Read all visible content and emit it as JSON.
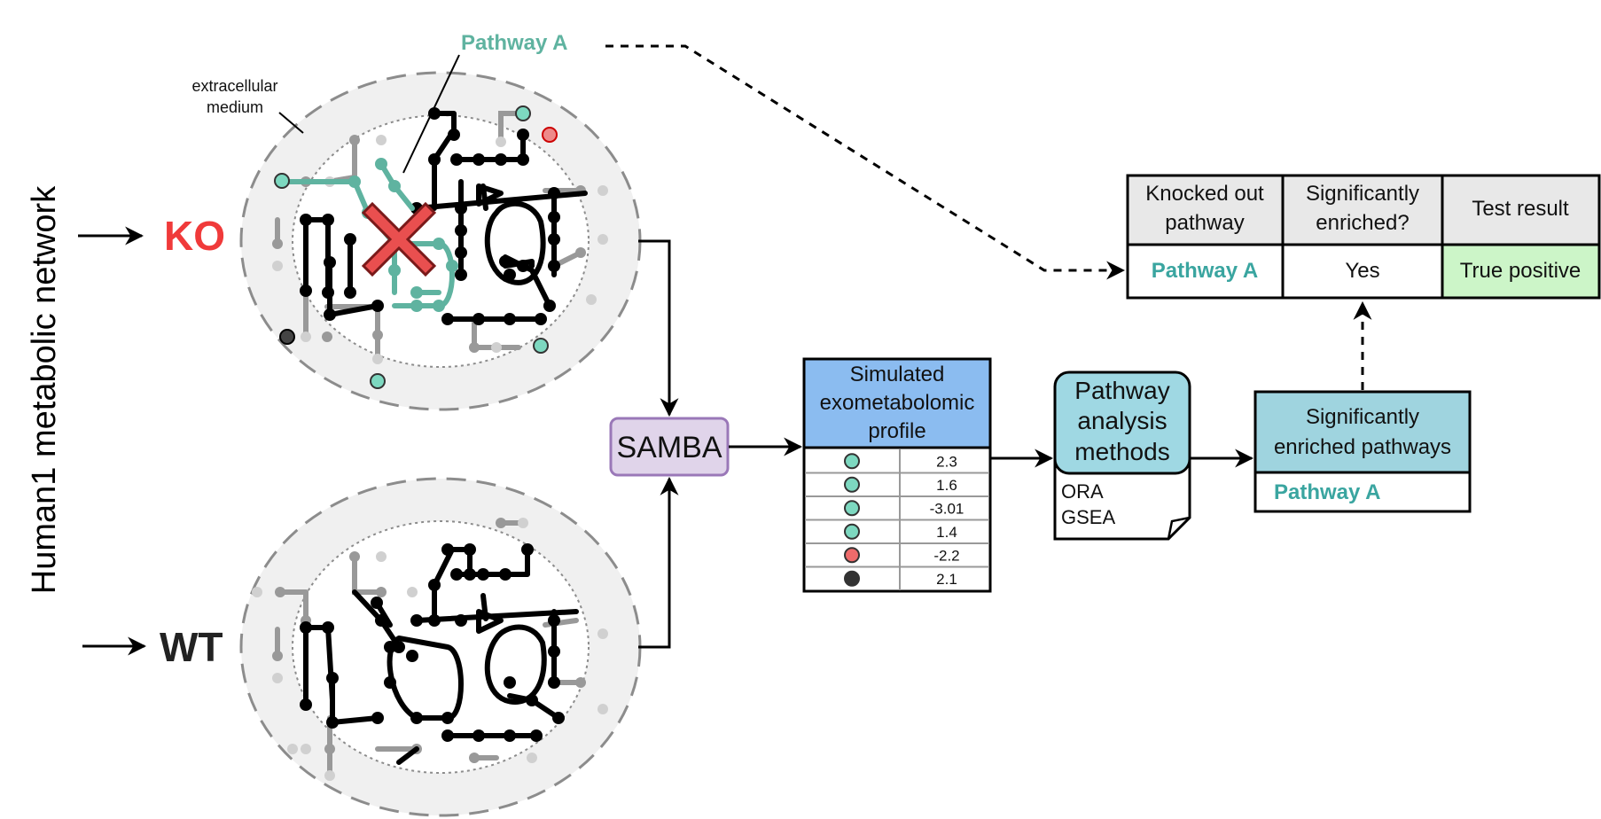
{
  "side_label": "Human1 metabolic network",
  "ko_label": "KO",
  "wt_label": "WT",
  "pathway_callout": "Pathway A",
  "extracellular_line1": "extracellular",
  "extracellular_line2": "medium",
  "samba_label": "SAMBA",
  "profile": {
    "header_line1": "Simulated",
    "header_line2": "exometabolomic",
    "header_line3": "profile",
    "rows": [
      {
        "color": "#7dd8c0",
        "value": "2.3"
      },
      {
        "color": "#7dd8c0",
        "value": "1.6"
      },
      {
        "color": "#7dd8c0",
        "value": "-3.01"
      },
      {
        "color": "#7dd8c0",
        "value": "1.4"
      },
      {
        "color": "#ee6b6b",
        "value": "-2.2"
      },
      {
        "color": "#333333",
        "value": "2.1"
      }
    ]
  },
  "methods": {
    "line1": "Pathway",
    "line2": "analysis",
    "line3": "methods",
    "doc_line1": "ORA",
    "doc_line2": "GSEA"
  },
  "enriched": {
    "line1": "Significantly",
    "line2": "enriched pathways",
    "value": "Pathway A"
  },
  "result_table": {
    "h1_line1": "Knocked out",
    "h1_line2": "pathway",
    "h2_line1": "Significantly",
    "h2_line2": "enriched?",
    "h3": "Test result",
    "c1": "Pathway A",
    "c2": "Yes",
    "c3": "True positive"
  },
  "colors": {
    "ko_red": "#f03a3a",
    "teal": "#5fb3a0",
    "samba_fill": "#e0d4ea",
    "samba_stroke": "#9a78b8",
    "profile_header": "#8bbcf0",
    "methods_fill": "#9fd8e3",
    "enriched_fill": "#9fd4df",
    "positive_fill": "#ccf5c8",
    "header_gray": "#e8e8e8"
  }
}
